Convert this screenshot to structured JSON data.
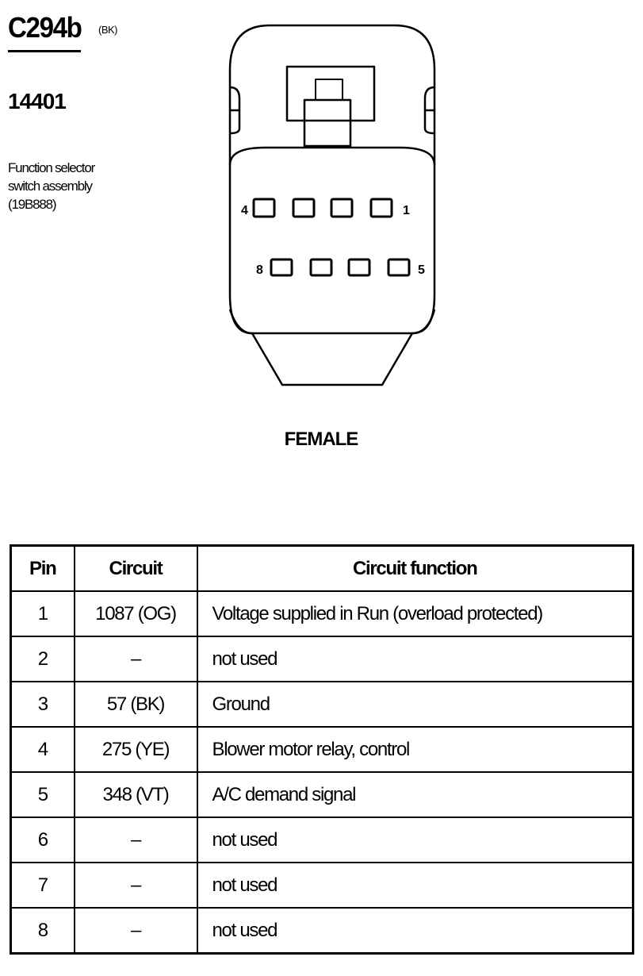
{
  "connector": {
    "id": "C294b",
    "color_code": "(BK)",
    "part_number": "14401",
    "description_lines": [
      "Function selector",
      "switch assembly",
      "(19B888)"
    ],
    "gender": "FEMALE",
    "pin_labels": {
      "top_left": "4",
      "top_right": "1",
      "bottom_left": "8",
      "bottom_right": "5"
    }
  },
  "table": {
    "headers": [
      "Pin",
      "Circuit",
      "Circuit function"
    ],
    "rows": [
      {
        "pin": "1",
        "circuit": "1087 (OG)",
        "function": "Voltage supplied in Run (overload protected)"
      },
      {
        "pin": "2",
        "circuit": "–",
        "function": "not used"
      },
      {
        "pin": "3",
        "circuit": "57 (BK)",
        "function": "Ground"
      },
      {
        "pin": "4",
        "circuit": "275 (YE)",
        "function": "Blower motor relay, control"
      },
      {
        "pin": "5",
        "circuit": "348 (VT)",
        "function": "A/C demand signal"
      },
      {
        "pin": "6",
        "circuit": "–",
        "function": "not used"
      },
      {
        "pin": "7",
        "circuit": "–",
        "function": "not used"
      },
      {
        "pin": "8",
        "circuit": "–",
        "function": "not used"
      }
    ]
  }
}
